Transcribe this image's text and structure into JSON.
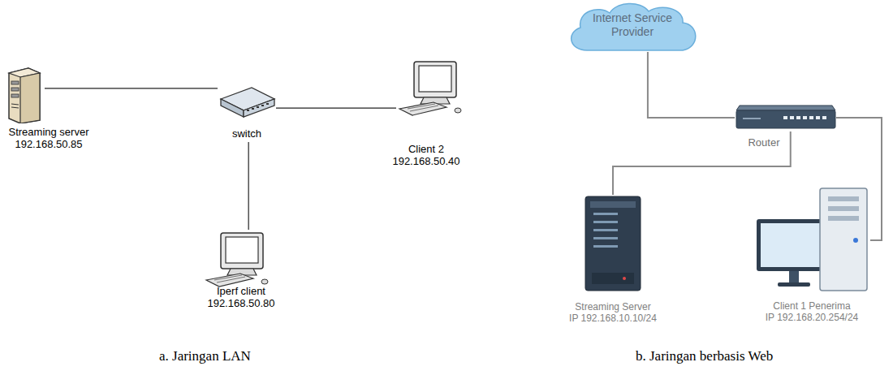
{
  "diagram": {
    "nodes": [
      {
        "text": [
          "Streaming server",
          "192.168.50.85"
        ]
      },
      {
        "text": [
          "switch"
        ]
      },
      {
        "text": [
          "Client 2",
          "192.168.50.40"
        ]
      },
      {
        "text": [
          "Iperf client",
          "192.168.50.80"
        ]
      },
      {
        "text": [
          "Internet Service Provider"
        ]
      },
      {
        "text": [
          "Router"
        ]
      },
      {
        "text": [
          "Streaming Server",
          "IP 192.168.10.10/24"
        ]
      },
      {
        "text": [
          "Client 1 Penerima",
          "IP 192.168.20.254/24"
        ]
      }
    ],
    "edges": [
      {
        "from": 0,
        "to": 1,
        "arrow": "none"
      },
      {
        "from": 1,
        "to": 2,
        "arrow": "none"
      },
      {
        "from": 1,
        "to": 3,
        "arrow": "none"
      },
      {
        "from": 4,
        "to": 5,
        "arrow": "none"
      },
      {
        "from": 5,
        "to": 6,
        "arrow": "none"
      },
      {
        "from": 5,
        "to": 7,
        "arrow": "none"
      }
    ],
    "labels": [
      "a. Jaringan LAN",
      "b. Jaringan berbasis Web"
    ]
  }
}
